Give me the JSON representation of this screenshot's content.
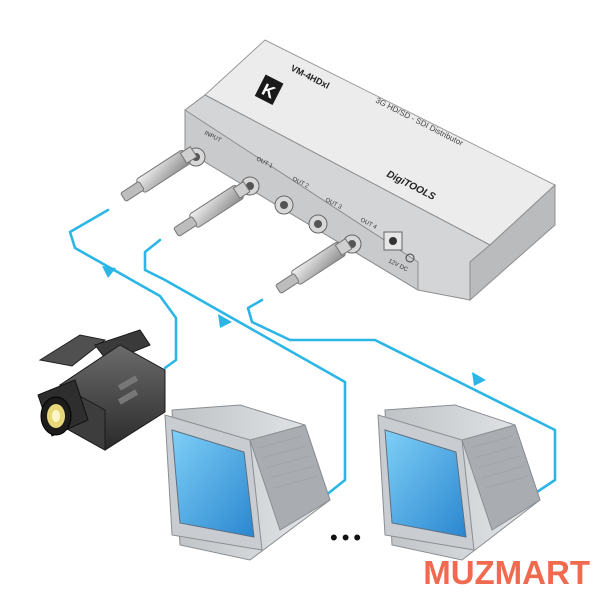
{
  "device": {
    "model": "VM-4HDxl",
    "brand_line": "DigiTOOLS",
    "description": "3G HD/SD - SDI Distributor",
    "logo_letter": "K"
  },
  "ports": {
    "input": "INPUT",
    "out1": "OUT 1",
    "out2": "OUT 2",
    "out3": "OUT 3",
    "out4": "OUT 4",
    "power": "12V DC"
  },
  "ellipsis": "•••",
  "watermark": "MUZMART",
  "colors": {
    "cable": "#2bb6e6",
    "device_top": "#ececec",
    "device_front": "#d2d2d2",
    "screen": "#3aa0e0",
    "watermark": "#f06a50"
  }
}
